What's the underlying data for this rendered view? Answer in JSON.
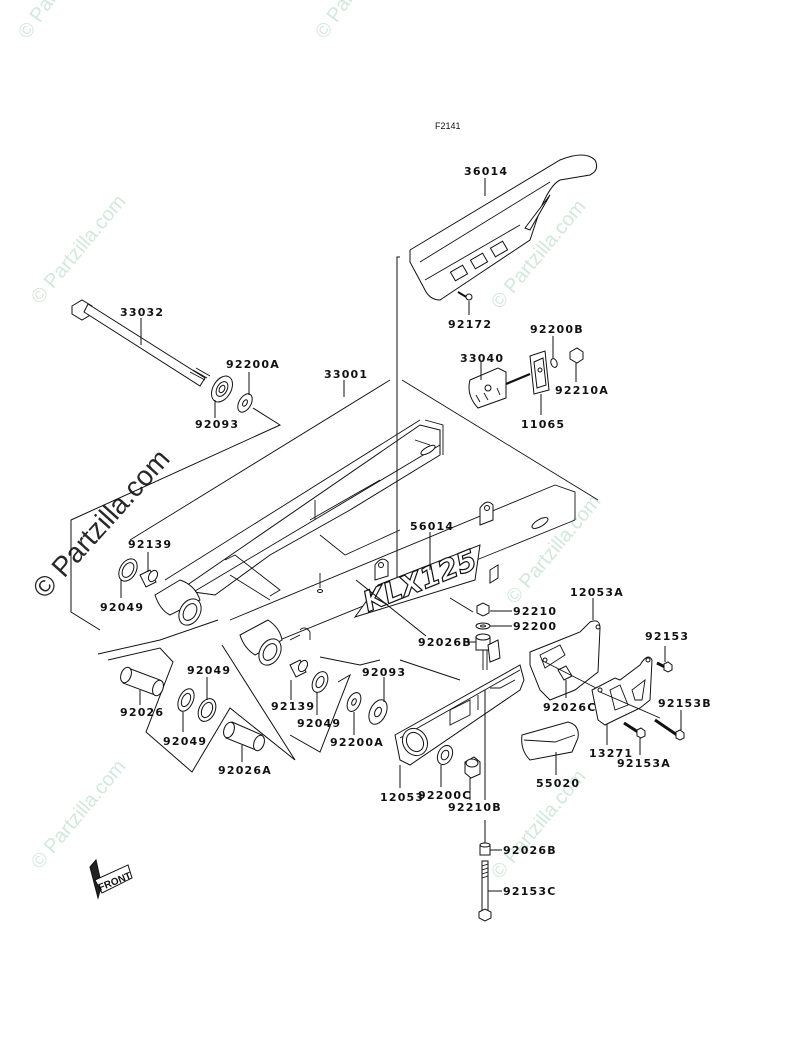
{
  "figure": {
    "code": "F2141",
    "front_marker": "FRONT"
  },
  "watermark": {
    "text": "© Partzilla.com",
    "color": "#cfe6d9"
  },
  "parts": [
    {
      "id": "36014",
      "name": "chain-guard"
    },
    {
      "id": "92172",
      "name": "chain-guard-screw"
    },
    {
      "id": "33032",
      "name": "pivot-shaft"
    },
    {
      "id": "92200A",
      "name": "washer"
    },
    {
      "id": "92093",
      "name": "seal"
    },
    {
      "id": "33001",
      "name": "swingarm"
    },
    {
      "id": "92200B",
      "name": "washer"
    },
    {
      "id": "33040",
      "name": "chain-adjuster"
    },
    {
      "id": "92210A",
      "name": "nut"
    },
    {
      "id": "11065",
      "name": "cap"
    },
    {
      "id": "92139",
      "name": "collar"
    },
    {
      "id": "92049",
      "name": "oil-seal"
    },
    {
      "id": "56014",
      "name": "decal"
    },
    {
      "id": "92210",
      "name": "nut"
    },
    {
      "id": "92200",
      "name": "washer"
    },
    {
      "id": "92026B",
      "name": "spacer"
    },
    {
      "id": "12053A",
      "name": "chain-guide-bracket"
    },
    {
      "id": "92153",
      "name": "bolt"
    },
    {
      "id": "92026C",
      "name": "spacer"
    },
    {
      "id": "92153B",
      "name": "bolt"
    },
    {
      "id": "13271",
      "name": "plate"
    },
    {
      "id": "92153A",
      "name": "bolt"
    },
    {
      "id": "55020",
      "name": "guard"
    },
    {
      "id": "12053",
      "name": "chain-slipper"
    },
    {
      "id": "92200C",
      "name": "washer"
    },
    {
      "id": "92210B",
      "name": "nut"
    },
    {
      "id": "92153C",
      "name": "bolt"
    },
    {
      "id": "92026",
      "name": "sleeve"
    },
    {
      "id": "92026A",
      "name": "sleeve"
    }
  ],
  "labels": {
    "l36014": "36014",
    "l92172": "92172",
    "l33032": "33032",
    "l92200A_top": "92200A",
    "l92093_top": "92093",
    "l33001": "33001",
    "l92200B": "92200B",
    "l33040": "33040",
    "l92210A": "92210A",
    "l11065": "11065",
    "l92139_left": "92139",
    "l92049_left": "92049",
    "l56014": "56014",
    "l92210": "92210",
    "l92200": "92200",
    "l92026B_mid": "92026B",
    "l12053A": "12053A",
    "l92153": "92153",
    "l92026C": "92026C",
    "l92153B": "92153B",
    "l13271": "13271",
    "l92153A": "92153A",
    "l55020": "55020",
    "l92093_mid": "92093",
    "l92026": "92026",
    "l92049_a": "92049",
    "l92049_b": "92049",
    "l92026A": "92026A",
    "l92139_mid": "92139",
    "l92049_mid": "92049",
    "l92200A_mid": "92200A",
    "l12053": "12053",
    "l92200C": "92200C",
    "l92210B": "92210B",
    "l92026B_low": "92026B",
    "l92153C": "92153C"
  },
  "decal_text": "KLX125"
}
